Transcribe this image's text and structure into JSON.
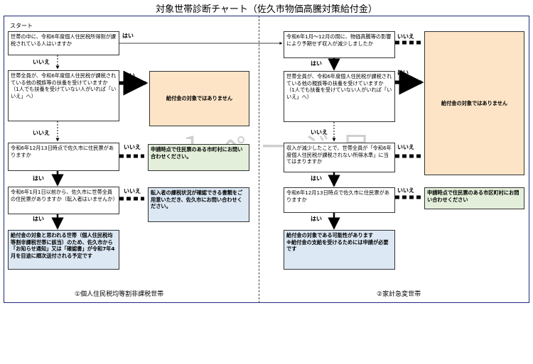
{
  "title": "対象世帯診断チャート（佐久市物価高騰対策給付金）",
  "watermark": "１ページ目",
  "labels": {
    "yes": "はい",
    "no": "いいえ",
    "start": "スタート"
  },
  "left": {
    "caption": "①個人住民税均等割非課税世帯",
    "q1": "世帯の中に、令和6年度個人住民税所得割が課税されている人はいますか",
    "q2": "世帯全員が、令和6年度個人住民税が課税されている他の親族等の扶養を受けていますか\n（1人でも扶養を受けていない人がいれば「いいえ」へ）",
    "r2": "給付金の対象ではありません",
    "q3": "令和6年12月13日時点で佐久市に住民票がありますか",
    "r3": "申請時点で住民票のある市町村にお問い合わせください。",
    "q4": "令和6年1月1日以前から、佐久市に世帯全員の住民票がありますか（転入者はいませんか）",
    "r4": "転入者の課税状況が確認できる書類をご用意いただき、佐久市にお問い合わせください。",
    "result": "給付金の対象と思われる世帯（個人住民税均等割非課税世帯に該当）のため、佐久市から「お知らせ通知」又は「確認書」が令和7年4月を目途に順次送付される予定です"
  },
  "right": {
    "caption": "②家計急変世帯",
    "q1": "令和6年1月～12月の間に、物価高騰等の影響により予期せず収入が減少しましたか",
    "q2": "世帯全員が、令和6年度個人住民税が課税されている他の親族等の扶養を受けていますか\n（1人でも扶養を受けていない人がいれば「いいえ」へ）",
    "not_eligible": "給付金の対象ではありません",
    "q3": "収入が減少したことで、世帯全員が「令和6年度個人住民税が課税されない所得水準」に当てはまりますか",
    "q4": "令和6年12月13日時点で佐久市に住民票がありますか",
    "r4": "申請時点で住民票のある市区町村にお問い合わせください",
    "result": "給付金の対象である可能性があります\n※給付金の支給を受けるためには申請が必要です"
  }
}
